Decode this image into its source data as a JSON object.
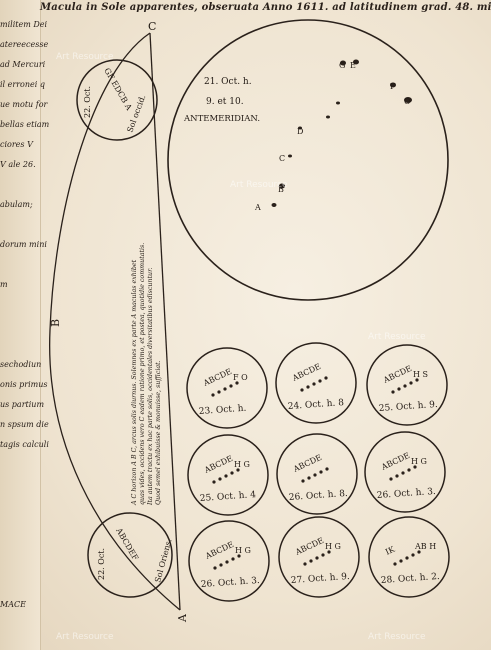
{
  "header": {
    "title": "Macula in Sole apparentes, obseruata Anno 1611. ad latitudinem grad. 48. min. 40."
  },
  "left_margin": {
    "lines": [
      "militem Dei",
      "atereecesse",
      "ad Mercuri",
      "il erronei q",
      "ue motu for",
      "bellas etiam",
      "ciores V",
      "V ale 26.",
      "",
      "abulam;",
      "",
      "dorum mini",
      "",
      "m",
      "",
      "",
      "",
      "sechodiun",
      "onis primus",
      "us partium",
      "n spsum die",
      "tagis calculi",
      "",
      "",
      "",
      "",
      "",
      "",
      "",
      "MACE"
    ]
  },
  "diagram": {
    "orbit_letter_c": "C",
    "orbit_letter_b": "B",
    "orbit_letter_a": "A",
    "top_small": {
      "date": "22. Oct.",
      "side": "Sol occid.",
      "letters": "GF EDCB A"
    },
    "bottom_small": {
      "date": "22. Oct.",
      "side": "Sol Oriens.",
      "letters": "ABCDEF"
    },
    "vertical_caption": [
      "A C horizon A B C, arcus solis diurnus. Solemnes ex parte A maculas exhibet",
      "quas vides, occidens vero C eadem ratione primo, et postea, quotidie commutatis.",
      "Ita autem tractu ex hac parte solis, occidentales diversitatibus ediscuntur.",
      "Quod semel exhibuisse & monuisse, sufficiat."
    ],
    "big_sun": {
      "date_line1": "21. Oct. h.",
      "date_line2": "9. et 10.",
      "label": "ANTEMERIDIAN.",
      "spots": [
        "G",
        "E",
        "F",
        "O",
        "D",
        "C",
        "B",
        "A"
      ]
    },
    "small_suns": [
      {
        "date": "23. Oct. h.",
        "letters": "ABCDE",
        "extra": "F O"
      },
      {
        "date": "24. Oct. h. 8",
        "letters": "ABCDE",
        "extra": ""
      },
      {
        "date": "25. Oct. h. 9.",
        "letters": "ABCDE",
        "extra": "H S"
      },
      {
        "date": "25. Oct. h. 4",
        "letters": "ABCDE",
        "extra": "H G"
      },
      {
        "date": "26. Oct. h. 8.",
        "letters": "ABCDE",
        "extra": ""
      },
      {
        "date": "26. Oct. h. 3.",
        "letters": "ABCDE",
        "extra": "H G"
      },
      {
        "date": "26. Oct. h. 3.",
        "letters": "ABCDE",
        "extra": "H G"
      },
      {
        "date": "27. Oct. h. 9.",
        "letters": "ABCDE",
        "extra": "H G"
      },
      {
        "date": "28. Oct. h. 2.",
        "letters": "IK",
        "extra": "AB H"
      }
    ]
  },
  "watermark": "Art Resource"
}
